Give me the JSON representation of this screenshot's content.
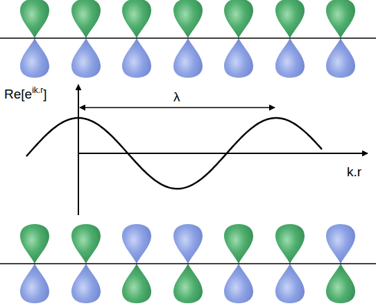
{
  "diagram": {
    "labels": [
      "Re[eik.r]",
      "λ",
      "k.r"
    ]
  }
}
